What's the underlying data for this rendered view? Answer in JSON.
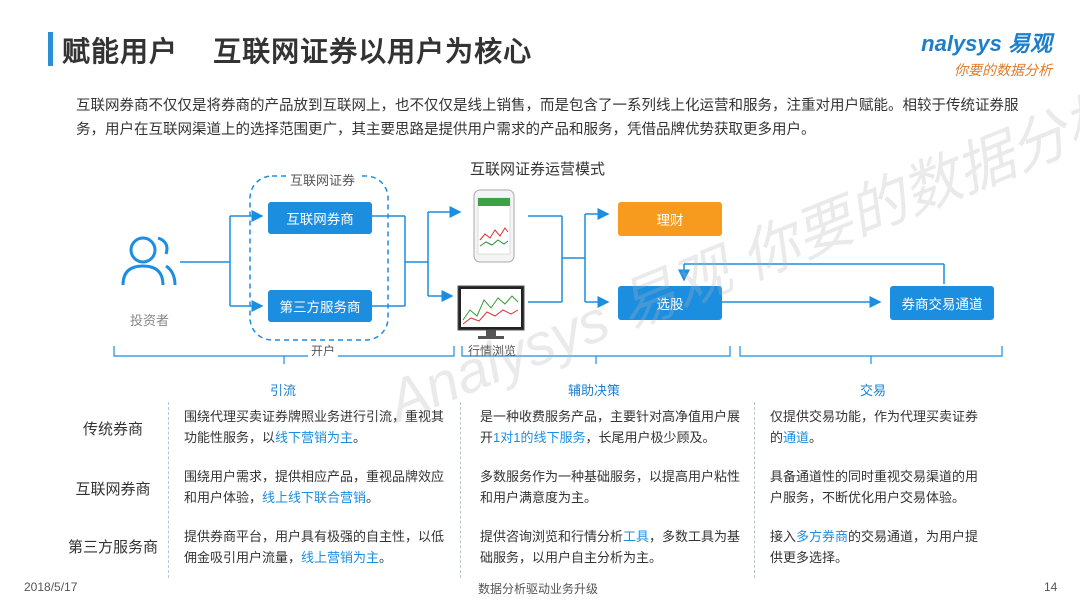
{
  "header": {
    "title": "赋能用户    互联网证券以用户为核心",
    "logo_text": "nalysys 易观",
    "logo_tagline": "你要的数据分析"
  },
  "intro": "互联网券商不仅仅是将券商的产品放到互联网上，也不仅仅是线上销售，而是包含了一系列线上化运营和服务，注重对用户赋能。相较于传统证券服务，用户在互联网渠道上的选择范围更广，其主要思路是提供用户需求的产品和服务，凭借品牌优势获取更多用户。",
  "diagram": {
    "title": "互联网证券运营模式",
    "investor_label": "投资者",
    "group_label": "互联网证券",
    "open_account_label": "开户",
    "boxes": {
      "internet_broker": "互联网券商",
      "third_party": "第三方服务商",
      "wealth": "理财",
      "stock_pick": "选股",
      "trade_channel": "券商交易通道"
    },
    "market_label": "行情浏览",
    "sections": [
      "引流",
      "辅助决策",
      "交易"
    ]
  },
  "table": {
    "rows": [
      {
        "label": "传统券商",
        "cells": [
          {
            "text": "围绕代理买卖证券牌照业务进行引流，重视其功能性服务，以",
            "hl": "线下营销为主",
            "tail": "。"
          },
          {
            "text": "是一种收费服务产品，主要针对高净值用户展开",
            "hl": "1对1的线下服务",
            "tail": "，长尾用户极少顾及。"
          },
          {
            "text": "仅提供交易功能，作为代理买卖证券的",
            "hl": "通道",
            "tail": "。"
          }
        ]
      },
      {
        "label": "互联网券商",
        "cells": [
          {
            "text": "围绕用户需求，提供相应产品，重视品牌效应和用户体验，",
            "hl": "线上线下联合营销",
            "tail": "。"
          },
          {
            "text": "多数服务作为一种基础服务，以提高用户粘性和用户满意度为主。",
            "hl": "",
            "tail": ""
          },
          {
            "text": "具备通道性的同时重视交易渠道的用户服务，不断优化用户交易体验。",
            "hl": "",
            "tail": ""
          }
        ]
      },
      {
        "label": "第三方服务商",
        "cells": [
          {
            "text": "提供券商平台，用户具有极强的自主性，以低佣金吸引用户流量，",
            "hl": "线上营销为主",
            "tail": "。"
          },
          {
            "text": "提供咨询浏览和行情分析",
            "hl": "工具",
            "tail": "，多数工具为基础服务，以用户自主分析为主。"
          },
          {
            "text": "接入",
            "hl": "多方券商",
            "tail": "的交易通道，为用户提供更多选择。"
          }
        ]
      }
    ]
  },
  "footer": {
    "date": "2018/5/17",
    "center": "数据分析驱动业务升级",
    "page": "14"
  },
  "watermark": "Analysys 易观  你要的数据分析",
  "colors": {
    "accent": "#1b8ee0",
    "orange": "#f79b1f",
    "title_bar": "#2b8fd6"
  }
}
